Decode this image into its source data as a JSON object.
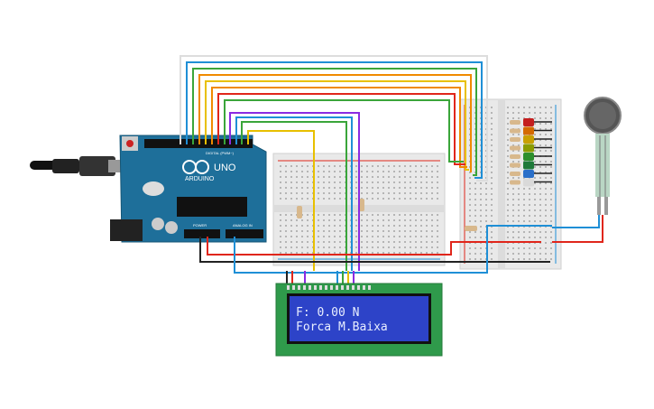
{
  "arduino": {
    "brand": "ARDUINO",
    "model": "UNO",
    "digital_label": "DIGITAL (PWM~)",
    "power_label": "POWER",
    "analog_label": "ANALOG IN"
  },
  "lcd": {
    "line1": "F: 0.00 N",
    "line2": "Forca M.Baixa"
  },
  "colors": {
    "wire_red": "#e0261b",
    "wire_black": "#222222",
    "wire_blue": "#1f8fd6",
    "wire_green": "#3aa53a",
    "wire_yellow": "#e8c000",
    "wire_orange": "#f08a00",
    "wire_purple": "#8a2be2",
    "wire_white": "#dddddd",
    "board": "#1e6f9a",
    "lcd_bg": "#2d43c8",
    "led_colors": [
      "#c41e1e",
      "#d46a00",
      "#c9a000",
      "#8b9c00",
      "#2c8f2c",
      "#1f7a3a",
      "#2a6fc9",
      "#d9d9d9"
    ]
  },
  "icons": {
    "usb": "usb-connector-icon",
    "sensor": "force-sensor-icon"
  }
}
